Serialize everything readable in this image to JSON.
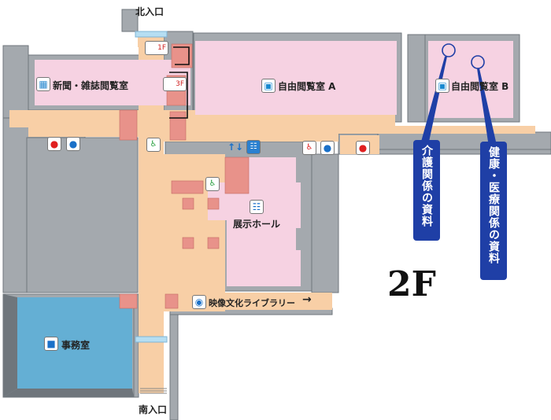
{
  "floor": {
    "label": "2F"
  },
  "entrances": {
    "north": "北入口",
    "south": "南入口"
  },
  "rooms": {
    "newspaper": {
      "label": "新聞・雑誌閲覧室",
      "icon": "newspaper-icon"
    },
    "reading_a": {
      "label": "自由閲覧室 A",
      "icon": "reading-room-icon"
    },
    "reading_b": {
      "label": "自由閲覧室 B",
      "icon": "reading-room-icon"
    },
    "exhibition": {
      "label": "展示ホール",
      "icon": "exhibition-icon"
    },
    "office": {
      "label": "事務室",
      "icon": "office-icon"
    },
    "video_library": {
      "label": "映像文化ライブラリー",
      "icon": "video-camera-icon",
      "arrow": "→"
    }
  },
  "stairs": {
    "down": {
      "label": "1F",
      "icon": "stairs-down-icon"
    },
    "up": {
      "label": "3F",
      "icon": "stairs-up-icon"
    }
  },
  "facilities": {
    "elevator_arrows": "↑↓",
    "icons": [
      "elevator-icon",
      "womens-restroom-icon",
      "mens-restroom-icon",
      "accessible-restroom-icon",
      "wheelchair-slope-icon",
      "wheelchair-ramp-icon"
    ]
  },
  "callouts": [
    {
      "text": "介護関係の資料"
    },
    {
      "text": "健康・医療関係の資料"
    }
  ],
  "colors": {
    "wall": "#a4a9ae",
    "wall_dark": "#6f767c",
    "corridor": "#f8cfa6",
    "room_pink": "#f6d2e2",
    "office_blue": "#64afd4",
    "stairs": "#e8928a",
    "glass": "#b6def2",
    "callout_blue": "#1f3fa6"
  }
}
